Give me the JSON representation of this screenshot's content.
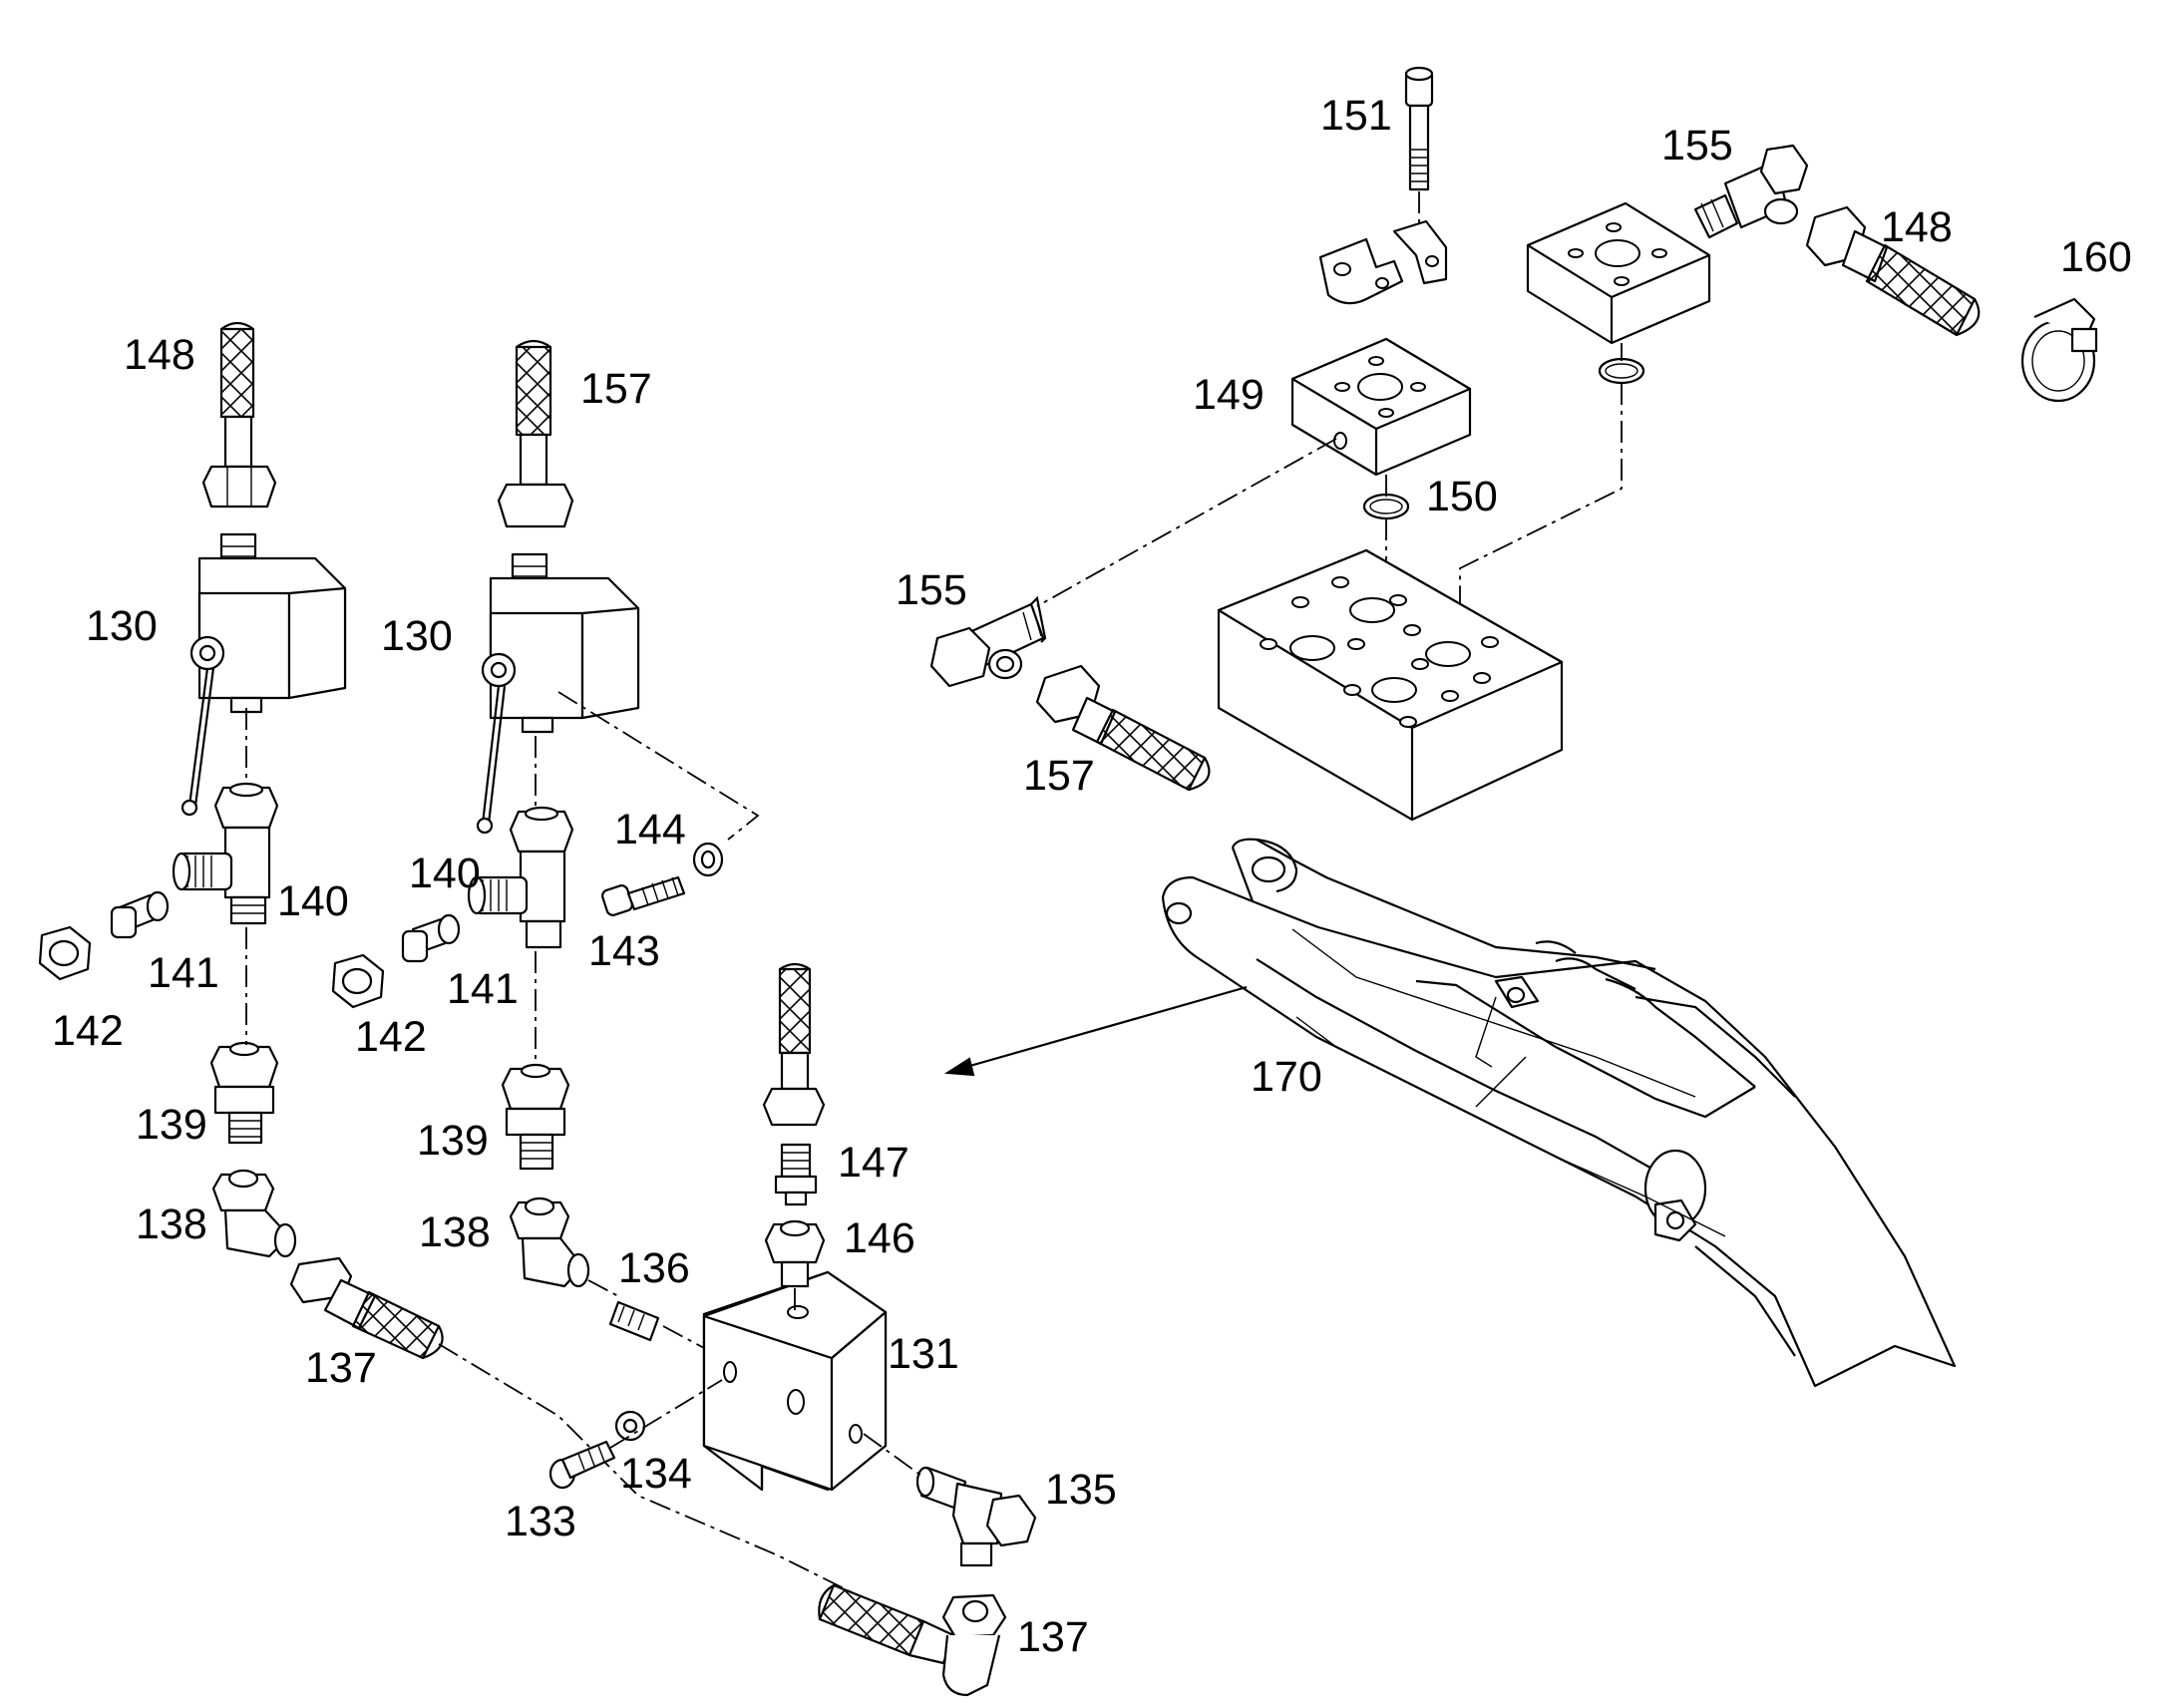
{
  "callouts": {
    "c130a": "130",
    "c130b": "130",
    "c131": "131",
    "c133": "133",
    "c134": "134",
    "c135": "135",
    "c136": "136",
    "c137a": "137",
    "c137b": "137",
    "c138a": "138",
    "c138b": "138",
    "c139a": "139",
    "c139b": "139",
    "c140a": "140",
    "c140b": "140",
    "c141a": "141",
    "c141b": "141",
    "c142a": "142",
    "c142b": "142",
    "c143": "143",
    "c144": "144",
    "c146": "146",
    "c147": "147",
    "c148a": "148",
    "c148b": "148",
    "c149": "149",
    "c150": "150",
    "c151": "151",
    "c155a": "155",
    "c155b": "155",
    "c157a": "157",
    "c157b": "157",
    "c160": "160",
    "c170": "170"
  }
}
